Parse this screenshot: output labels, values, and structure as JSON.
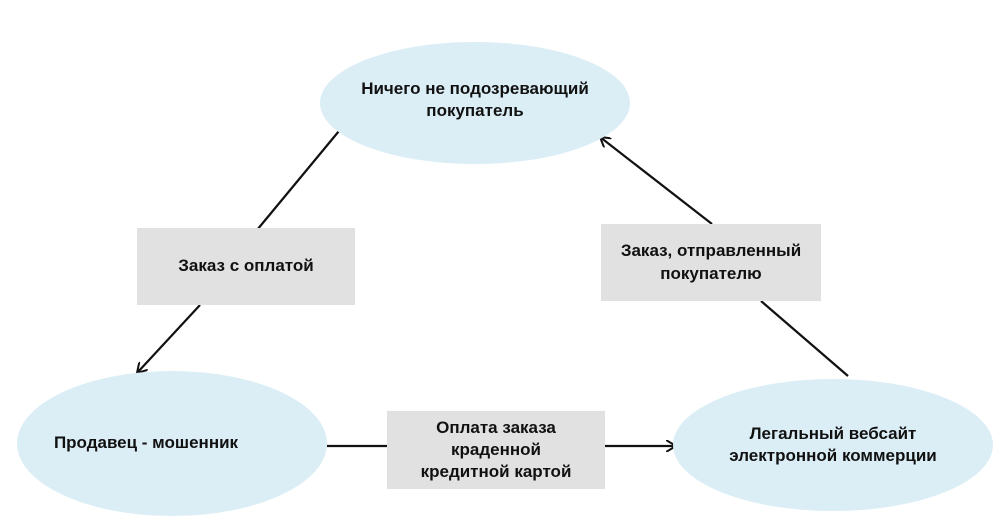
{
  "nodes": {
    "top": "Ничего не подозревающий\nпокупатель",
    "left": "Продавец - мошенник",
    "right": "Легальный вебсайт\nэлектронной коммерции"
  },
  "edges": {
    "left": "Заказ с оплатой",
    "right": "Заказ, отправленный\nпокупателю",
    "bottom": "Оплата заказа\nкраденной\nкредитной картой"
  },
  "colors": {
    "node_fill": "#dbeef6",
    "label_fill": "#e1e1e1",
    "line": "#111111"
  }
}
